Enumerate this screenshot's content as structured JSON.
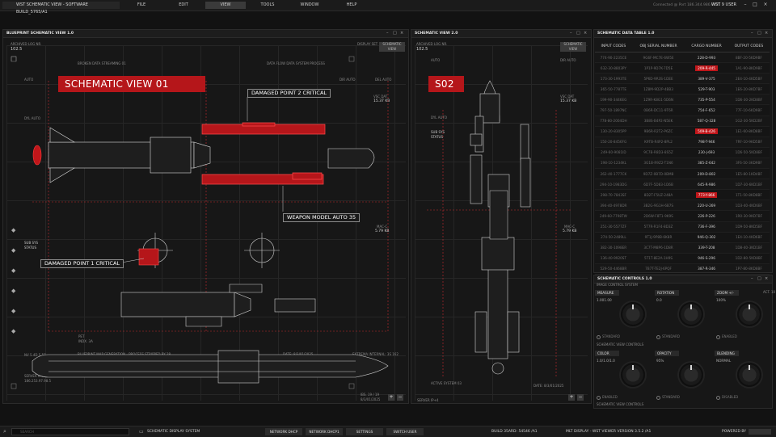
{
  "topbar": {
    "app_title": "WST SCHEMATIC VIEW - SOFTWARE BUILD_5765/A1",
    "menu": [
      "FILE",
      "EDIT",
      "VIEW",
      "TOOLS",
      "WINDOW",
      "HELP"
    ],
    "active_menu": "VIEW",
    "status": "Connected @ Port 186.344.986.0925",
    "user": "WST 9 USER"
  },
  "blueprint": {
    "title": "BLUEPRINT SCHEMATIC VIEW 1.0",
    "log_label": "ARCHIVED LOG NR.",
    "log_value": "102.5",
    "display_label": "DISPLAY SET",
    "display_btn": "SCHEMATIC VIEW",
    "banner": "SCHEMATIC VIEW 01",
    "callout_1": "DAMAGED POINT 2 CRITICAL",
    "callout_2": "WEAPON MODEL AUTO 35",
    "callout_3": "DAMAGED POINT 1 CRITICAL",
    "tag_top1": "BROKEN DATA STREAMING 01",
    "tag_top2": "DATA FLOW DATA SYSTEM PROCESS",
    "tag_auto": "AUTO",
    "tag_auto_1": "DIR AUTO",
    "tag_auto_2": "DEL AUTO",
    "tag_dyl": "DYL AUTO",
    "tag_vsc": "VSC DAT",
    "tag_vsc_val": "15.37 KB",
    "tag_mac": "MAC-C",
    "tag_mac_val": "5.79 KB",
    "tag_sub": "SUB SYS",
    "tag_sub_val": "STATUS",
    "tag_pet": "PET",
    "tag_pet_val": "INDX. 3A",
    "tag_bottom1": "BLUEPRINT MAP GENERATION - PROCESS STRIPPED BY 28",
    "tag_bottom2": "DATE: 8/3/01/2025",
    "tag_bottom3": "EXTREMA INTERNAL: 3S 162",
    "tag_server": "SERVER IP+4",
    "tag_server_val": "186.253.97.98.5",
    "tag_nv": "NV 5.4D 5.57",
    "tag_page": "IBS. 19 / 19",
    "tag_page_date": "8/3/01/2025"
  },
  "schematic2": {
    "title": "SCHEMATIC VIEW 2.0",
    "log_label": "ARCHIVED LOG NR.",
    "log_value": "102.5",
    "display_btn": "SCHEMATIC VIEW",
    "banner": "S02",
    "tag_auto": "AUTO",
    "tag_dir": "DIR AUTO",
    "tag_vsc": "VSC DAT",
    "tag_vsc_val": "15.37 KB",
    "tag_mac": "MAC-C",
    "tag_mac_val": "5.79 KB",
    "tag_dyl": "DYL AUTO",
    "tag_sub": "SUB SYS",
    "tag_sub_val": "STATUS",
    "tag_server": "SERVER IP+4",
    "tag_bottom": "ACTIVE SYSTEM 03",
    "tag_date": "DATE: 8/3/01/2025"
  },
  "datatable": {
    "title": "SCHEMATIC DATA TABLE 1.0",
    "columns": [
      "INPUT CODES",
      "OBJ SERIAL NUMBER",
      "CARGO NUMBER",
      "OUTPUT CODES"
    ],
    "rows": [
      [
        "774-90-2235CE",
        "9G6F-MC7E-6W5E",
        "228-D-993",
        "8BF-20-5KD9BF"
      ],
      [
        "632-30-8803PY",
        "1P1P-9D7K-7D5E",
        "209-R-445",
        "1A1-90-8KD9BF"
      ],
      [
        "173-30-1993TE",
        "5P6D-9R3S-1DEE",
        "389-V-375",
        "2E4-10-4KD5BF"
      ],
      [
        "365-50-7787TE",
        "1Z8M-9D2P-4BB3",
        "529-T-903",
        "1E6-20-8KD7BF"
      ],
      [
        "199-90-3446EG",
        "1Z9R-K8G1-5D6N",
        "735-P-554",
        "1D6-30-2KD8BF"
      ],
      [
        "797-50-1897NC",
        "0B6R-DC11-9T6R",
        "754-F-652",
        "77F-10-6KD9BF"
      ],
      [
        "778-80-2004DH",
        "3B8S-B4P2-N5EK",
        "587-Q-328",
        "1G2-30-5KD2BF"
      ],
      [
        "130-20-8305PP",
        "9B6R-R2T2-P6ZC",
        "509-B-426",
        "1E1-60-8KD8BF"
      ],
      [
        "150-20-8456FG",
        "K9TB-R4P2-8PL2",
        "798-T-946",
        "7RF-10-9KD5BF"
      ],
      [
        "249-60-9081ID",
        "9C7B-R8D3-8S5Z",
        "230-J-693",
        "1D6-50-5KD8BF"
      ],
      [
        "198-10-1234KL",
        "3G1B-R9Z2-T1N6",
        "385-Z-642",
        "3F6-50-3KD9BF"
      ],
      [
        "262-40-1777CK",
        "9D7Z-0B7D-0BM8",
        "209-D-802",
        "1E5-80-1KD4BF"
      ],
      [
        "294-10-1983DG",
        "6D7F-5D83-1D6B",
        "645-R-986",
        "1D7-30-6KD1BF"
      ],
      [
        "298-70-7843SF",
        "8D2T-F5UZ-248A",
        "773-Y-866",
        "1T1-50-8KD8BF"
      ],
      [
        "394-40-4978DR",
        "3B2G-9G1H-6B7S",
        "220-U-269",
        "1D3-40-4KD6BF"
      ],
      [
        "249-60-7798TW",
        "2D6W-F8T1-9K9S",
        "226-P-226",
        "1R0-30-9KD7BF"
      ],
      [
        "251-30-5577ZF",
        "5T7R-R1F4-8D3Z",
        "736-F-396",
        "1D9-50-8KD5BF"
      ],
      [
        "274-50-2489LL",
        "9T1J-9P8B-6K8R",
        "946-Q-302",
        "1E4-10-4KD6BF"
      ],
      [
        "382-30-1098ER",
        "3C7T-M8P6-1D8R",
        "339-T-208",
        "1D8-40-3KD1BF"
      ],
      [
        "136-40-9920ST",
        "5T1T-8E2A-1H9S",
        "946-S-296",
        "1D2-80-5KD8BF"
      ],
      [
        "529-50-4468BR",
        "7B7T-TE2J-6PQF",
        "387-R-346",
        "1P7-80-8KD8BF"
      ]
    ],
    "highlight_rows": [
      1,
      7,
      13
    ]
  },
  "controls": {
    "title": "SCHEMATIC CONTROLS 1.0",
    "section1": "IMAGE CONTROL SYSTEM",
    "section2": "SCHEMATIC VIEW CONTROLS",
    "section3": "SCHEMATIC VIEW CONTROLS",
    "group1": [
      {
        "label": "MEASURE",
        "value": "1.001.00",
        "radio": "STANDARD"
      },
      {
        "label": "ROTATION",
        "value": "0.0",
        "radio": "STANDARD"
      },
      {
        "label": "ZOOM +/-",
        "value": "100%",
        "radio": "ENABLED"
      }
    ],
    "group2": [
      {
        "label": "COLOR",
        "value": "1.0/1.0/1.0",
        "radio": "ENABLED"
      },
      {
        "label": "OPACITY",
        "value": "95%",
        "radio": "STANDARD"
      },
      {
        "label": "BLENDING",
        "value": "NORMAL",
        "radio": "DISABLED"
      }
    ],
    "mode_label": "ACT. 10"
  },
  "bottombar": {
    "search_placeholder": "SEARCH",
    "system_label": "SCHEMATIC DISPLAY SYSTEM",
    "buttons": [
      "NETWORK DHCP",
      "NETWORK DHCP1",
      "SETTINGS",
      "SWITCH USER"
    ],
    "build": "BUILD 35ARD: 54546 /A1",
    "version": "MLT DISPLAY - WST VIEWER VERSION 3.5.2 /A1",
    "powered": "POWERED BY"
  },
  "colors": {
    "accent_red": "#b5161a",
    "background": "#121212",
    "panel": "#171717"
  }
}
